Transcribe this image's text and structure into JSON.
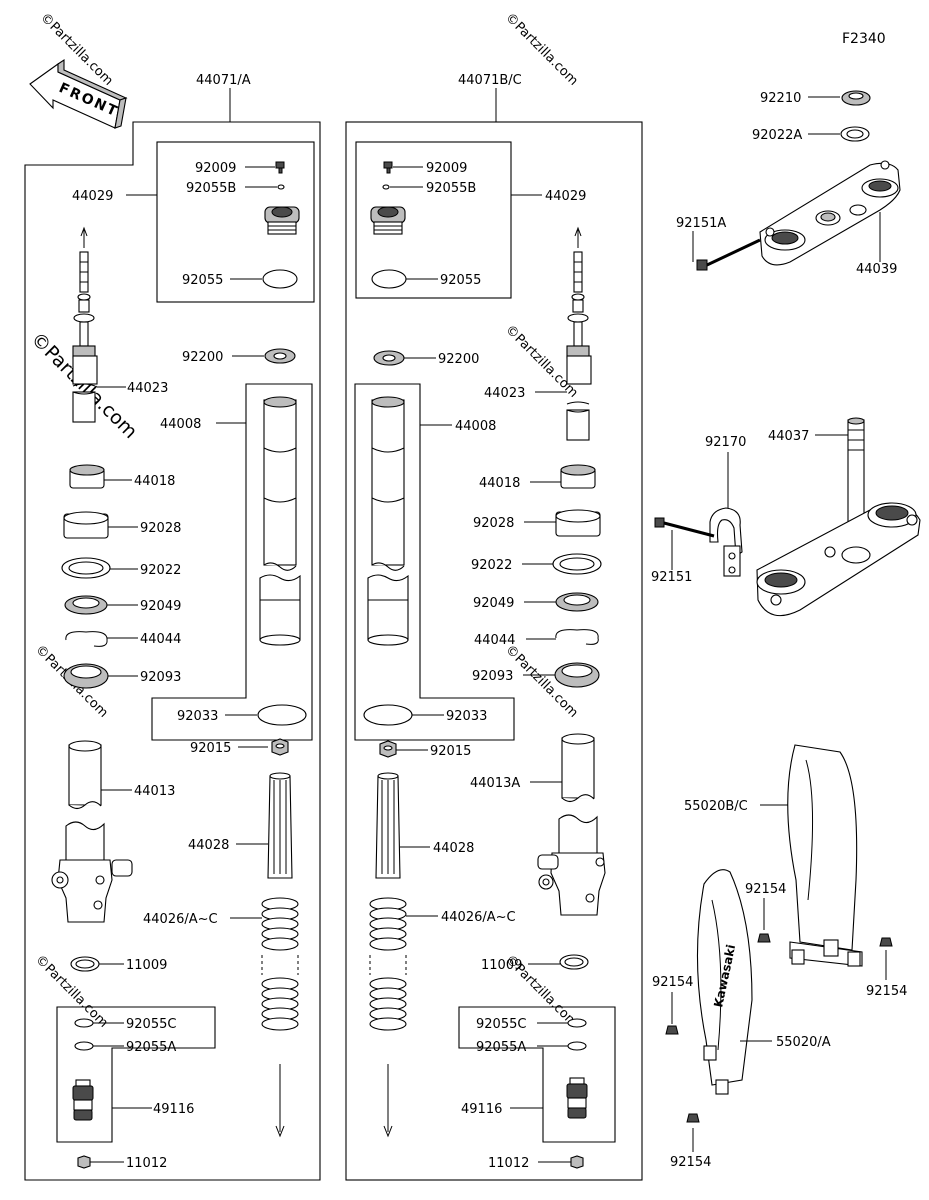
{
  "figure_code": "F2340",
  "front_label": "FRONT",
  "watermark": "©Partzilla.com",
  "assemblies": {
    "left": "44071/A",
    "right": "44071B/C"
  },
  "labels": {
    "left": {
      "p44029": "44029",
      "p92009": "92009",
      "p92055b": "92055B",
      "p92055": "92055",
      "p92200": "92200",
      "p44023": "44023",
      "p44008": "44008",
      "p44018": "44018",
      "p92028": "92028",
      "p92022": "92022",
      "p92049": "92049",
      "p44044": "44044",
      "p92093": "92093",
      "p92033": "92033",
      "p92015": "92015",
      "p44013": "44013",
      "p44028": "44028",
      "p44026": "44026/A~C",
      "p11009": "11009",
      "p92055c": "92055C",
      "p92055a": "92055A",
      "p49116": "49116",
      "p11012": "11012"
    },
    "right": {
      "p92009": "92009",
      "p92055b": "92055B",
      "p44029": "44029",
      "p92055": "92055",
      "p92200": "92200",
      "p44023": "44023",
      "p44008": "44008",
      "p44018": "44018",
      "p92028": "92028",
      "p92022": "92022",
      "p92049": "92049",
      "p44044": "44044",
      "p92093": "92093",
      "p92033": "92033",
      "p92015": "92015",
      "p44013a": "44013A",
      "p44028": "44028",
      "p44026": "44026/A~C",
      "p11009": "11009",
      "p92055c": "92055C",
      "p92055a": "92055A",
      "p49116": "49116",
      "p11012": "11012"
    },
    "clamps": {
      "p92210": "92210",
      "p92022a": "92022A",
      "p92151a": "92151A",
      "p44039": "44039",
      "p44037": "44037",
      "p92170": "92170",
      "p92151": "92151"
    },
    "guards": {
      "p55020bc": "55020B/C",
      "p92154_a": "92154",
      "p92154_b": "92154",
      "p92154_c": "92154",
      "p55020a": "55020/A",
      "p92154_d": "92154",
      "guard_brand": "Kawasaki"
    }
  },
  "colors": {
    "line": "#000000",
    "part_shade": "#bdbdbd",
    "part_dark": "#4a4a4a",
    "watermark": "#d8d8d8"
  }
}
